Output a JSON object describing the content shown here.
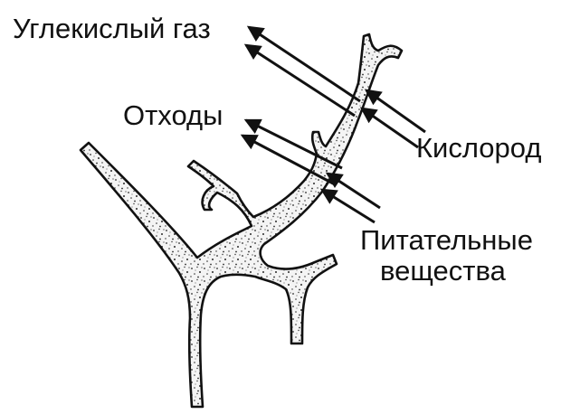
{
  "diagram": {
    "labels": {
      "carbon_dioxide": "Углекислый газ",
      "waste": "Отходы",
      "oxygen": "Кислород",
      "nutrients_line1": "Питательные",
      "nutrients_line2": "вещества"
    },
    "colors": {
      "ink": "#111111",
      "cytoplasm_fill": "#f4f4f4",
      "granule": "#2a2a2a",
      "background": "#ffffff"
    },
    "icons": {
      "outgoing_arrows": "arrow-up-left-icon",
      "incoming_arrows": "arrow-down-right-icon"
    }
  }
}
